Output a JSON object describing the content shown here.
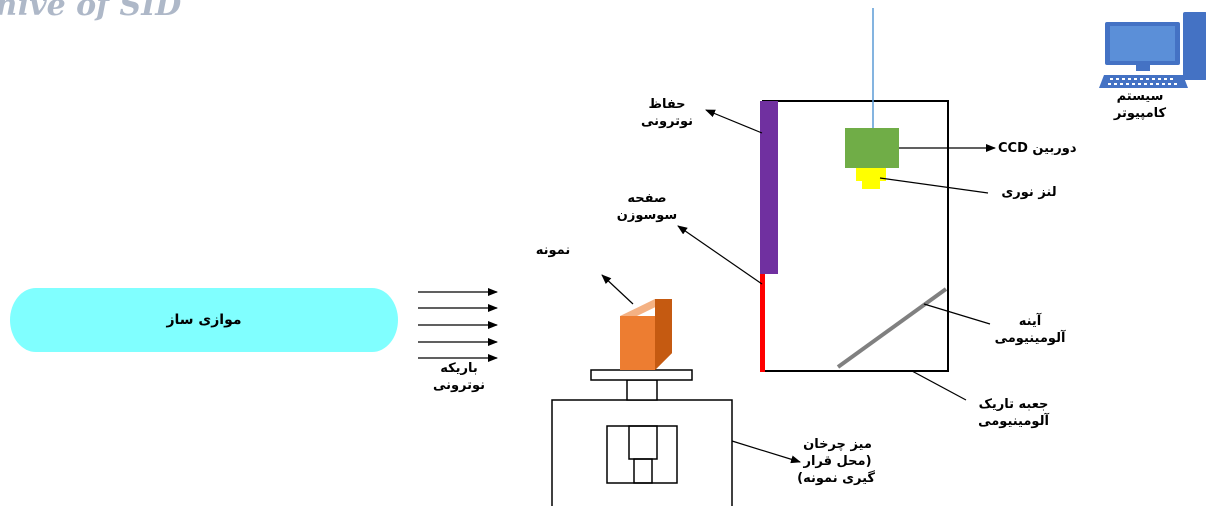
{
  "watermark": "hive of SID",
  "labels": {
    "collimator": "موازی ساز",
    "neutron_beam": [
      "باریکه",
      "نوترونی"
    ],
    "sample": "نمونه",
    "scintillator": [
      "صفحه",
      "سوسوزن"
    ],
    "neutron_shield": [
      "حفاظ",
      "نوترونی"
    ],
    "ccd_camera": "دوربین CCD",
    "optical_lens": "لنز نوری",
    "mirror": [
      "آینه",
      "آلومینیومی"
    ],
    "dark_box": [
      "جعبه تاریک",
      "آلومینیومی"
    ],
    "rotary_table": [
      "میز چرخان",
      "(محل قرار",
      "گیری نمونه)"
    ],
    "computer": [
      "سیستم",
      "کامپیوتر"
    ]
  },
  "colors": {
    "collimator": "#80ffff",
    "shield": "#7030a0",
    "scintillator": "#ff0000",
    "camera": "#70ad47",
    "lens": "#ffff00",
    "sample_front": "#ed7d31",
    "sample_side": "#c55a11",
    "sample_top": "#f4b183",
    "mirror": "#808080",
    "cable": "#5b9bd5",
    "computer": "#4472c4"
  },
  "icons": [
    "computer-icon"
  ]
}
